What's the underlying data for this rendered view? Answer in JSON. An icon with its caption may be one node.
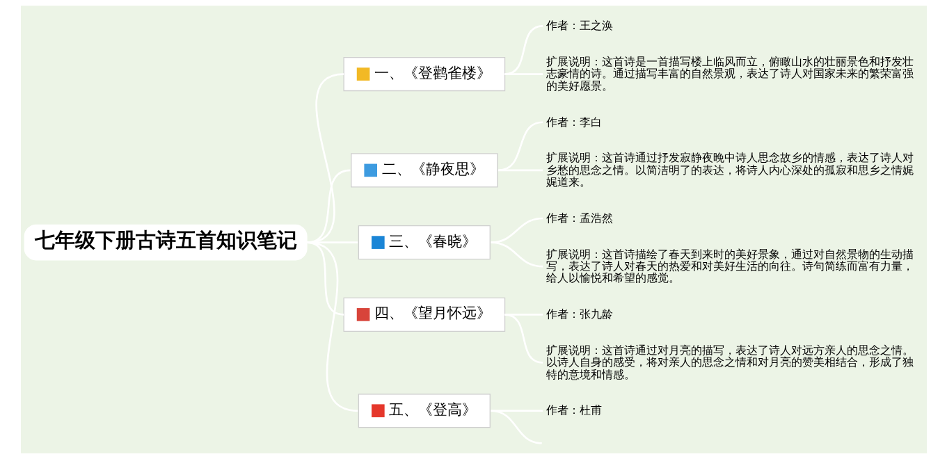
{
  "diagram": {
    "nodes": [
      {
        "text": [
          "七年级下册古诗五首知识笔记"
        ]
      },
      {
        "text": [
          "一、《登鹳雀楼》"
        ]
      },
      {
        "text": [
          "作者：王之涣"
        ]
      },
      {
        "text": [
          "扩展说明：这首诗是一首描写楼上临风而立，俯瞰山水的壮丽景色和抒发壮志豪情的诗。通过描写丰富的自然景观，表达了诗人对国家未来的繁荣富强的美好愿景。"
        ]
      },
      {
        "text": [
          "二、《静夜思》"
        ]
      },
      {
        "text": [
          "作者：李白"
        ]
      },
      {
        "text": [
          "扩展说明：这首诗通过抒发寂静夜晚中诗人思念故乡的情感，表达了诗人对乡愁的思念之情。以简洁明了的表达，将诗人内心深处的孤寂和思乡之情娓娓道来。"
        ]
      },
      {
        "text": [
          "三、《春晓》"
        ]
      },
      {
        "text": [
          "作者：孟浩然"
        ]
      },
      {
        "text": [
          "扩展说明：这首诗描绘了春天到来时的美好景象，通过对自然景物的生动描写，表达了诗人对春天的热爱和对美好生活的向往。诗句简练而富有力量，给人以愉悦和希望的感觉。"
        ]
      },
      {
        "text": [
          "四、《望月怀远》"
        ]
      },
      {
        "text": [
          "作者：张九龄"
        ]
      },
      {
        "text": [
          "扩展说明：这首诗通过对月亮的描写，表达了诗人对远方亲人的思念之情。以诗人自身的感受，将对亲人的思念之情和对月亮的赞美相结合，形成了独特的意境和情感。"
        ]
      },
      {
        "text": [
          "五、《登高》"
        ]
      },
      {
        "text": [
          "作者：杜甫"
        ]
      }
    ],
    "edges": [
      {
        "from": 0,
        "to": 1,
        "arrow": "none"
      },
      {
        "from": 0,
        "to": 4,
        "arrow": "none"
      },
      {
        "from": 0,
        "to": 7,
        "arrow": "none"
      },
      {
        "from": 0,
        "to": 10,
        "arrow": "none"
      },
      {
        "from": 0,
        "to": 13,
        "arrow": "none"
      },
      {
        "from": 1,
        "to": 2,
        "arrow": "none"
      },
      {
        "from": 1,
        "to": 3,
        "arrow": "none"
      },
      {
        "from": 4,
        "to": 5,
        "arrow": "none"
      },
      {
        "from": 4,
        "to": 6,
        "arrow": "none"
      },
      {
        "from": 7,
        "to": 8,
        "arrow": "none"
      },
      {
        "from": 7,
        "to": 9,
        "arrow": "none"
      },
      {
        "from": 10,
        "to": 11,
        "arrow": "none"
      },
      {
        "from": 10,
        "to": 12,
        "arrow": "none"
      },
      {
        "from": 13,
        "to": 14,
        "arrow": "none"
      },
      {
        "from": 13,
        "to": null,
        "arrow": "none"
      }
    ]
  }
}
